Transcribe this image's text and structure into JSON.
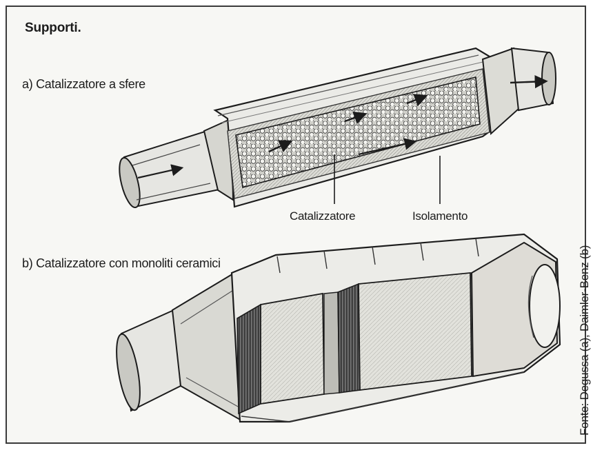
{
  "figure": {
    "title": "Supporti.",
    "panel_a": {
      "caption": "a) Catalizzatore a sfere",
      "labels": {
        "catalyst": "Catalizzatore",
        "insulation": "Isolamento"
      }
    },
    "panel_b": {
      "caption": "b) Catalizzatore con monoliti ceramici"
    },
    "source": "Fonte: Degussa (a), Daimler-Benz (b)"
  },
  "colors": {
    "ink": "#1c1c1c",
    "metal_light": "#e4e4e0",
    "metal_mid": "#c8c8c2",
    "metal_dark": "#555555",
    "ceramic": "#d8d8d2",
    "background": "#f7f7f4"
  },
  "icons": {
    "panel_a_drawing": "ball-catalytic-converter-cutaway",
    "panel_b_drawing": "ceramic-monolith-catalytic-converter-cutaway"
  }
}
